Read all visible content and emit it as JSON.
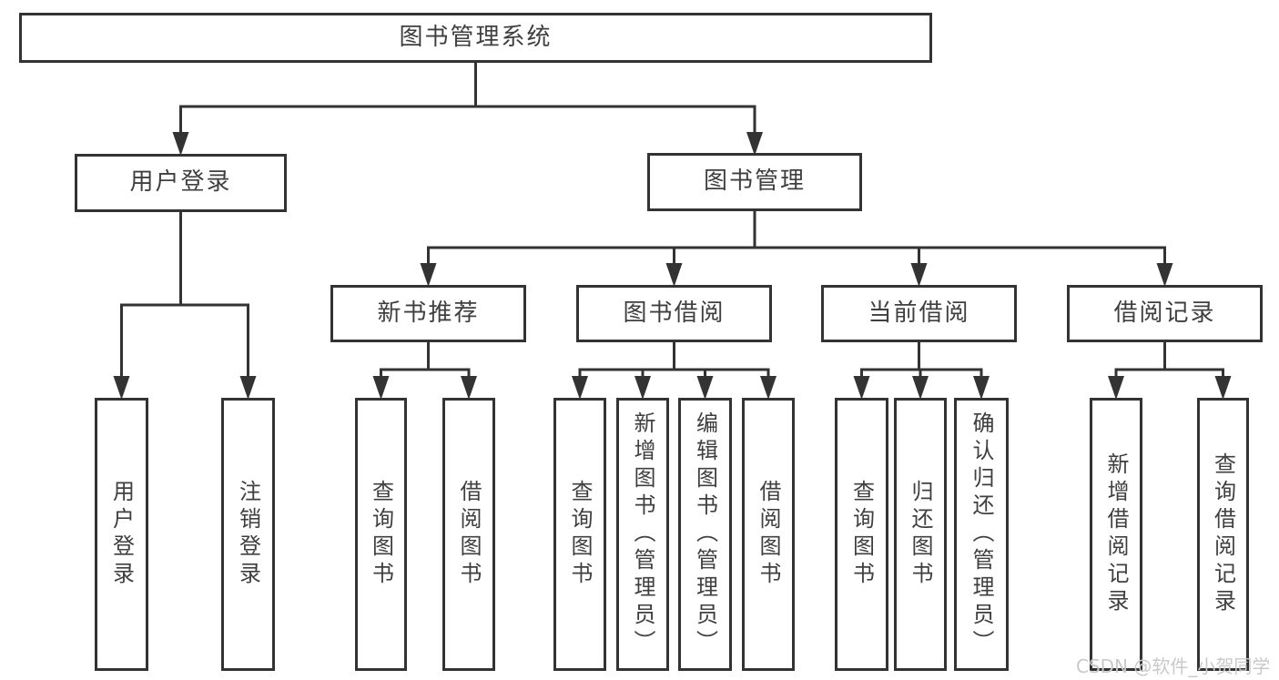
{
  "watermark": "CSDN @软件_小贺同学",
  "colors": {
    "line": "#333333",
    "text": "#3f3f3f",
    "box_bg": "#ffffff",
    "background": "#ffffff",
    "watermark": "#c9c9c9"
  },
  "tree": {
    "id": "root",
    "label": "图书管理系统",
    "children": [
      {
        "id": "user-login",
        "label": "用户登录",
        "children": [
          {
            "id": "user-login-leaf",
            "label": "用户登录"
          },
          {
            "id": "logout-leaf",
            "label": "注销登录"
          }
        ]
      },
      {
        "id": "book-management",
        "label": "图书管理",
        "children": [
          {
            "id": "new-book-recommend",
            "label": "新书推荐",
            "children": [
              {
                "id": "query-book-1",
                "label": "查询图书"
              },
              {
                "id": "borrow-book-1",
                "label": "借阅图书"
              }
            ]
          },
          {
            "id": "book-borrow",
            "label": "图书借阅",
            "children": [
              {
                "id": "query-book-2",
                "label": "查询图书"
              },
              {
                "id": "add-book-admin",
                "label": "新增图书（管理员）"
              },
              {
                "id": "edit-book-admin",
                "label": "编辑图书（管理员）"
              },
              {
                "id": "borrow-book-2",
                "label": "借阅图书"
              }
            ]
          },
          {
            "id": "current-borrow",
            "label": "当前借阅",
            "children": [
              {
                "id": "query-book-3",
                "label": "查询图书"
              },
              {
                "id": "return-book",
                "label": "归还图书"
              },
              {
                "id": "confirm-return-admin",
                "label": "确认归还（管理员）"
              }
            ]
          },
          {
            "id": "borrow-record",
            "label": "借阅记录",
            "children": [
              {
                "id": "add-borrow-record",
                "label": "新增借阅记录"
              },
              {
                "id": "query-borrow-record",
                "label": "查询借阅记录"
              }
            ]
          }
        ]
      }
    ]
  }
}
